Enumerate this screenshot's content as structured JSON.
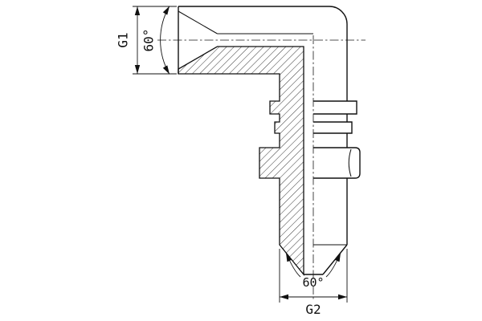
{
  "drawing": {
    "colors": {
      "line": "#111111",
      "background": "#ffffff",
      "hatch": "#222222"
    },
    "labels": {
      "g1": "G1",
      "cone_angle_top": "60°",
      "cone_angle_bottom": "60°",
      "g2": "G2"
    }
  }
}
